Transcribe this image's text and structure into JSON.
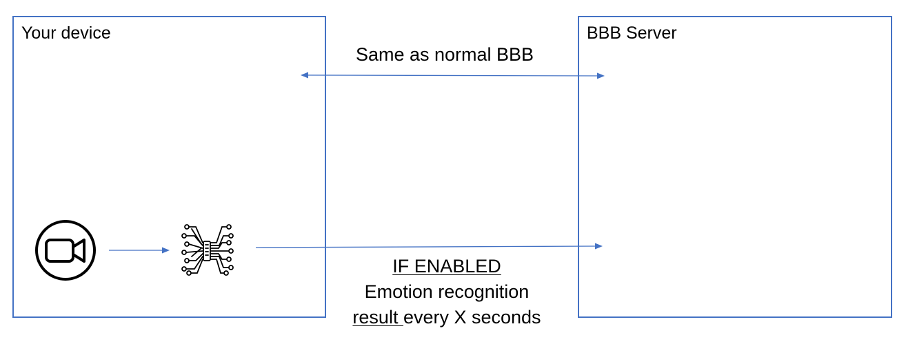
{
  "device": {
    "title": "Your device"
  },
  "server": {
    "title": "BBB Server"
  },
  "connection_normal": {
    "label": "Same as normal BBB"
  },
  "connection_enabled": {
    "line1": "IF ENABLED",
    "line2": "Emotion recognition",
    "line3_underlined": "result ",
    "line3_rest": "every X seconds"
  },
  "icons": {
    "camera": "video-camera-icon",
    "model": "neural-chip-icon"
  },
  "colors": {
    "box_border": "#4472c4",
    "arrow": "#4472c4",
    "text": "#000000"
  }
}
